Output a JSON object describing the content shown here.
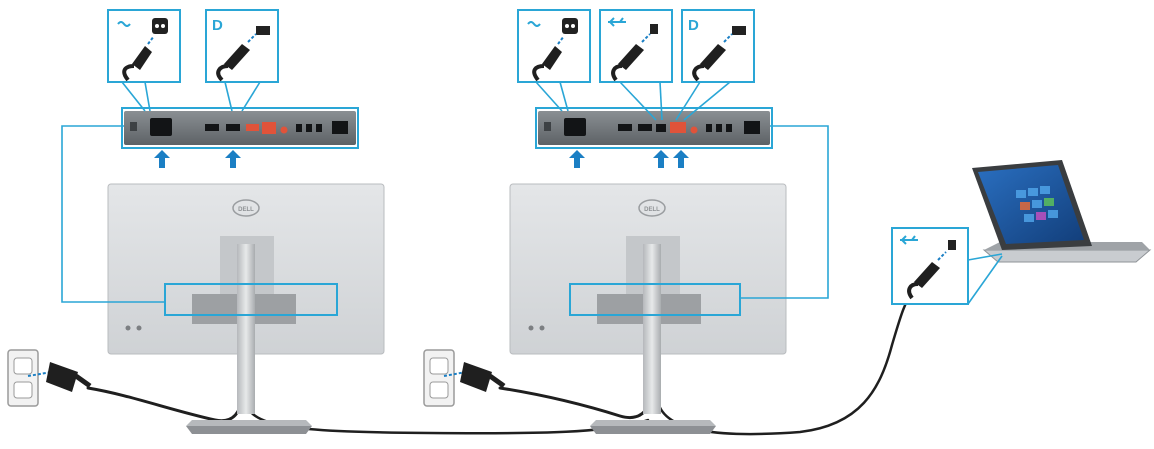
{
  "diagram": {
    "kind": "connection-diagram",
    "colors": {
      "callout": "#2aa6d6",
      "arrow": "#1b7fc4",
      "monitor": "#d9dbdd",
      "monitor_dark": "#a8abae",
      "panel": "#6f7478",
      "port_orange": "#e0533a",
      "cable": "#1f1f1f",
      "laptop_screen": "#1c5aa8"
    },
    "logos": {
      "monitor_brand": "DELL"
    },
    "monitors": [
      {
        "id": "monitor-1",
        "callouts": [
          {
            "id": "power-callout",
            "icon": "ac-power-icon"
          },
          {
            "id": "displayport-callout",
            "icon": "displayport-icon",
            "mark": "D"
          }
        ],
        "arrows": 2
      },
      {
        "id": "monitor-2",
        "callouts": [
          {
            "id": "power-callout",
            "icon": "ac-power-icon"
          },
          {
            "id": "usb-callout",
            "icon": "usb-icon"
          },
          {
            "id": "displayport-callout",
            "icon": "displayport-icon",
            "mark": "D"
          }
        ],
        "arrows": 3
      }
    ],
    "laptop": {
      "callout": {
        "id": "usb-callout",
        "icon": "usb-icon"
      }
    },
    "wall_outlets": 2
  }
}
